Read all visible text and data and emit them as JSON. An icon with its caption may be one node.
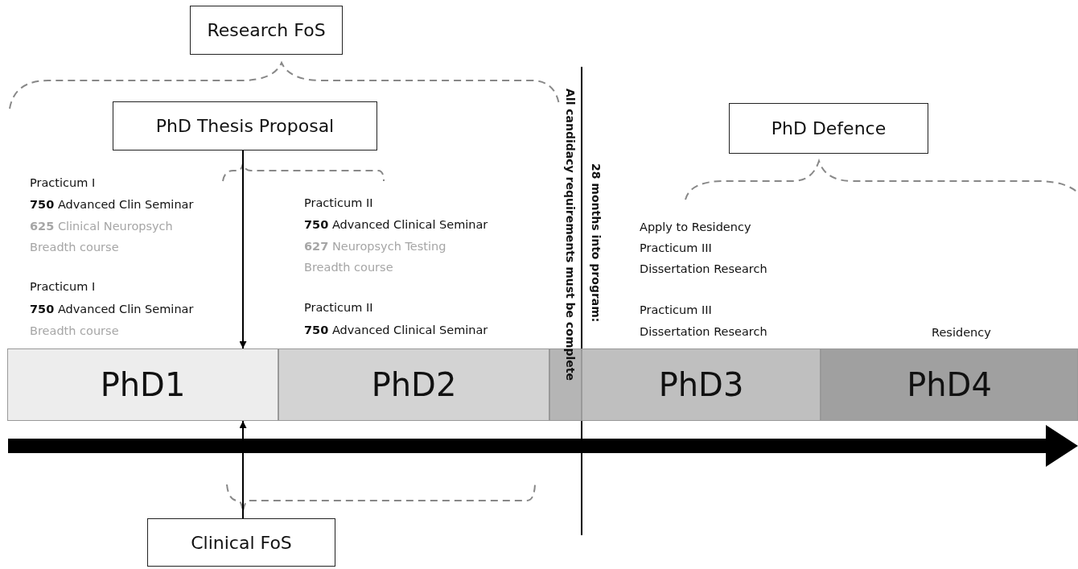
{
  "diagram": {
    "nodes": [
      {
        "text": [
          "Research FoS"
        ]
      },
      {
        "text": [
          "PhD Thesis Proposal"
        ]
      },
      {
        "text": [
          "PhD Defence"
        ]
      },
      {
        "text": [
          "Clinical FoS"
        ]
      },
      {
        "text": [
          "PhD1"
        ]
      },
      {
        "text": [
          "PhD2"
        ]
      },
      {
        "text": [],
        "shape": "bar"
      },
      {
        "text": [
          "PhD3"
        ]
      },
      {
        "text": [
          "PhD4"
        ]
      }
    ],
    "edges": [
      {
        "from": 1,
        "to": 4,
        "arrow": "to"
      },
      {
        "from": 3,
        "to": 4,
        "arrow": "to"
      }
    ],
    "labels": [
      "Practicum I",
      "**750** Advanced Clin Seminar",
      "**625** Clinical Neuropsych",
      "Breadth course",
      "Practicum I",
      "**750** Advanced Clin Seminar",
      "Breadth course",
      "Practicum II",
      "**750** Advanced Clinical Seminar",
      "**627** Neuropsych Testing",
      "Breadth course",
      "Practicum II",
      "**750** Advanced Clinical Seminar",
      "All candidacy requirements must be complete",
      "28 months into program:",
      "Apply to Residency",
      "Practicum III",
      "Dissertation Research",
      "Practicum III",
      "Dissertation Research",
      "Residency"
    ]
  }
}
